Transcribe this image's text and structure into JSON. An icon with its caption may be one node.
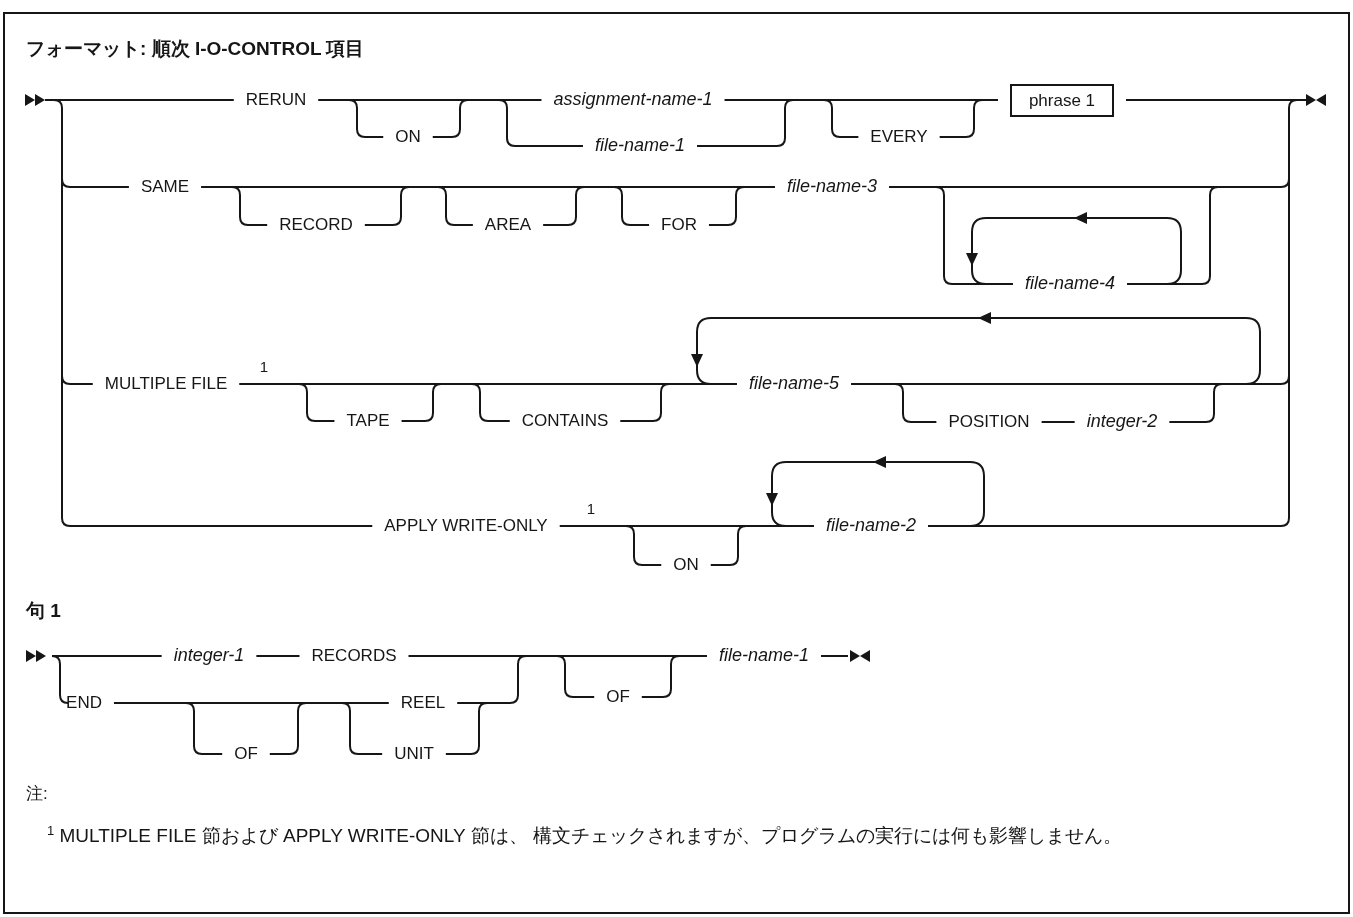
{
  "diagram": {
    "title": "フォーマット: 順次 I-O-CONTROL 項目",
    "nodes": [
      {
        "text": [
          "phrase 1"
        ]
      }
    ],
    "labels": [
      "RERUN",
      "ON",
      "assignment-name-1",
      "file-name-1",
      "EVERY",
      "SAME",
      "RECORD",
      "AREA",
      "FOR",
      "file-name-3",
      "file-name-4",
      "MULTIPLE FILE",
      "1",
      "TAPE",
      "CONTAINS",
      "file-name-5",
      "POSITION",
      "integer-2",
      "APPLY WRITE-ONLY",
      "1",
      "ON",
      "file-name-2",
      "句 1",
      "integer-1",
      "RECORDS",
      "END",
      "OF",
      "REEL",
      "UNIT",
      "OF",
      "file-name-1",
      "注:",
      "$^{1}$ MULTIPLE FILE 節および APPLY WRITE-ONLY 節は、 構文チェックされますが、プログラムの実行には何も影響しません。"
    ]
  }
}
